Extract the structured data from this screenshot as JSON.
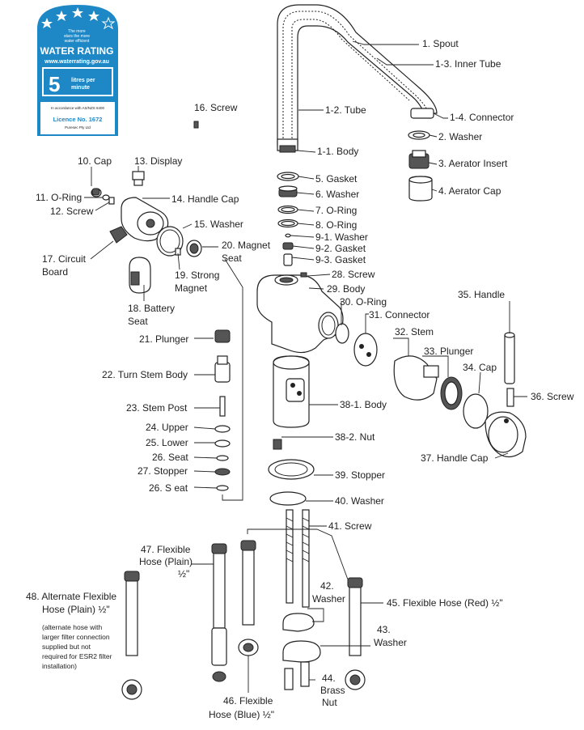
{
  "badge": {
    "tagline": [
      "The more",
      "stars the more",
      "water efficient"
    ],
    "title": "WATER RATING",
    "url": "www.waterrating.gov.au",
    "value": "5",
    "unit": [
      "litres per",
      "minute"
    ],
    "standard": "In accordance with AS/NZS 6400",
    "licence": "Licence No. 1672",
    "company": "Puresec Pty Ltd",
    "stars": 5,
    "colors": {
      "blue": "#1e88c7",
      "white": "#ffffff",
      "dark": "#222222"
    }
  },
  "labels": {
    "p1": "1. Spout",
    "p1_3": "1-3. Inner Tube",
    "p1_2": "1-2. Tube",
    "p1_4": "1-4. Connector",
    "p2": "2. Washer",
    "p1_1": "1-1. Body",
    "p3": "3. Aerator Insert",
    "p5": "5. Gasket",
    "p6": "6. Washer",
    "p4": "4. Aerator Cap",
    "p7": "7. O-Ring",
    "p8": "8. O-Ring",
    "p9_1": "9-1. Washer",
    "p9_2": "9-2. Gasket",
    "p9_3": "9-3. Gasket",
    "p16": "16. Screw",
    "p10": "10. Cap",
    "p13": "13. Display",
    "p11": "11. O-Ring",
    "p14": "14. Handle Cap",
    "p12": "12. Screw",
    "p15": "15. Washer",
    "p20_a": "20. Magnet",
    "p20_b": "Seat",
    "p17_a": "17. Circuit",
    "p17_b": "Board",
    "p19_a": "19. Strong",
    "p19_b": "Magnet",
    "p18_a": "18. Battery",
    "p18_b": "Seat",
    "p28": "28. Screw",
    "p29": "29. Body",
    "p35": "35. Handle",
    "p30_a": "30. O-Ring",
    "p31": "31. Connector",
    "p21": "21. Plunger",
    "p32": "32. Stem",
    "p33": "33. Plunger",
    "p34": "34. Cap",
    "p22": "22. Turn Stem Body",
    "p36": "36. Screw",
    "p38_1": "38-1. Body",
    "p23": "23. Stem Post",
    "p24": "24. Upper",
    "p25": "25. Lower",
    "p38_2": "38-2. Nut",
    "p37": "37. Handle Cap",
    "p26a": "26. Seat",
    "p27": "27. Stopper",
    "p39": "39. Stopper",
    "p26b": "26. S eat",
    "p40": "40. Washer",
    "p41": "41. Screw",
    "p47_a": "47. Flexible",
    "p47_b": "Hose (Plain)",
    "p47_c": "½\"",
    "p42_a": "42.",
    "p42_b": "Washer",
    "p48_a": "48. Alternate Flexible",
    "p48_b": "Hose (Plain) ½\"",
    "p45": "45. Flexible Hose (Red) ½\"",
    "p43_a": "43.",
    "p43_b": "Washer",
    "p44_a": "44.",
    "p44_b": "Brass",
    "p44_c": "Nut",
    "p46_a": "46. Flexible",
    "p46_b": "Hose (Blue) ½\""
  },
  "note": [
    "(alternate hose with",
    "larger filter connection",
    "supplied but not",
    "required for ESR2 filter",
    "installation)"
  ]
}
